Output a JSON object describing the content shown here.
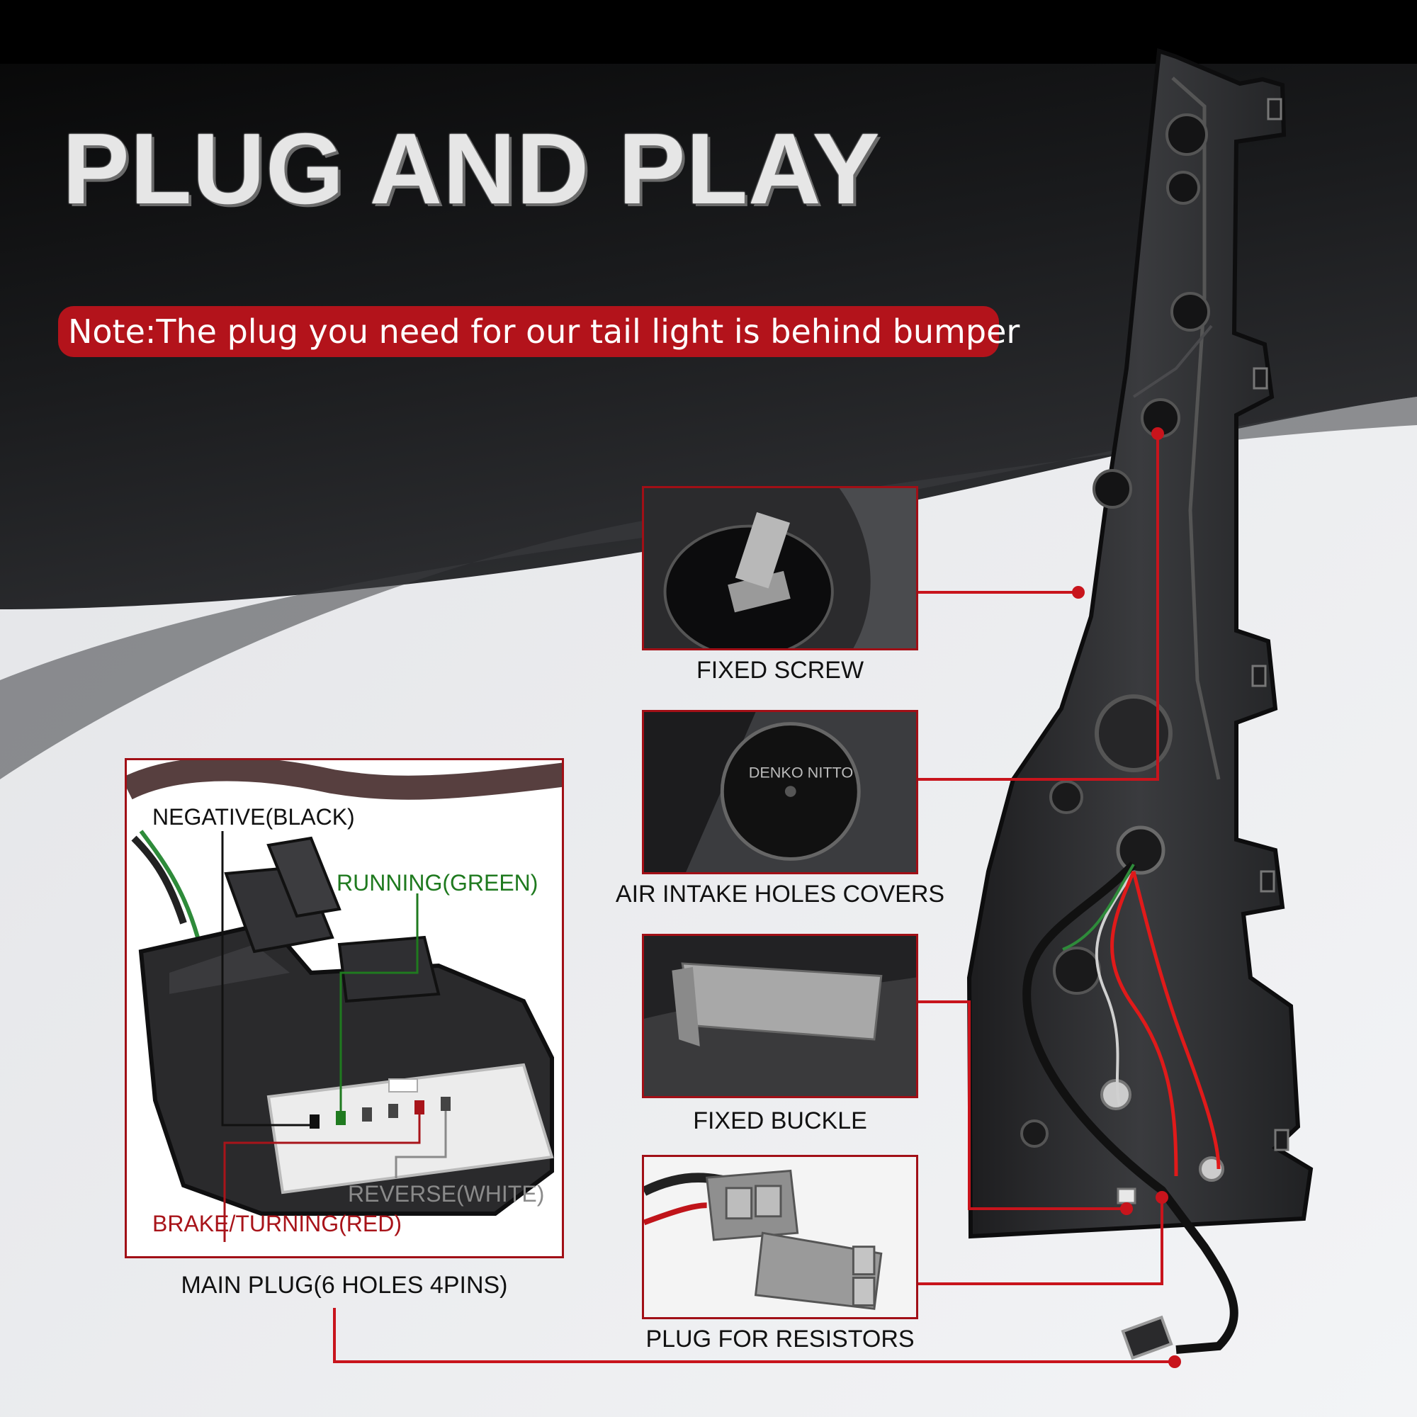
{
  "headline": "PLUG AND PLAY",
  "note": "Note:The plug you need for our tail light is behind bumper",
  "callouts": [
    {
      "caption": "FIXED SCREW",
      "photo": "bolt-photo"
    },
    {
      "caption": "AIR INTAKE HOLES COVERS",
      "photo": "vent-cover-photo"
    },
    {
      "caption": "FIXED BUCKLE",
      "photo": "clip-photo"
    },
    {
      "caption": "PLUG FOR RESISTORS",
      "photo": "connector-photo"
    }
  ],
  "main_plug": {
    "caption": "MAIN PLUG(6 HOLES 4PINS)",
    "pins": {
      "negative": "NEGATIVE(BLACK)",
      "running": "RUNNING(GREEN)",
      "reverse": "REVERSE(WHITE)",
      "brake": "BRAKE/TURNING(RED)"
    }
  },
  "photo_text": {
    "vent_cover_marking": "DENKO NITTO"
  },
  "colors": {
    "accent_red": "#b3131b",
    "line_red": "#c8141c",
    "running_green": "#1f7a1f",
    "brake_red": "#a8141a",
    "reverse_grey": "#8a8a8a",
    "negative_black": "#111111"
  }
}
